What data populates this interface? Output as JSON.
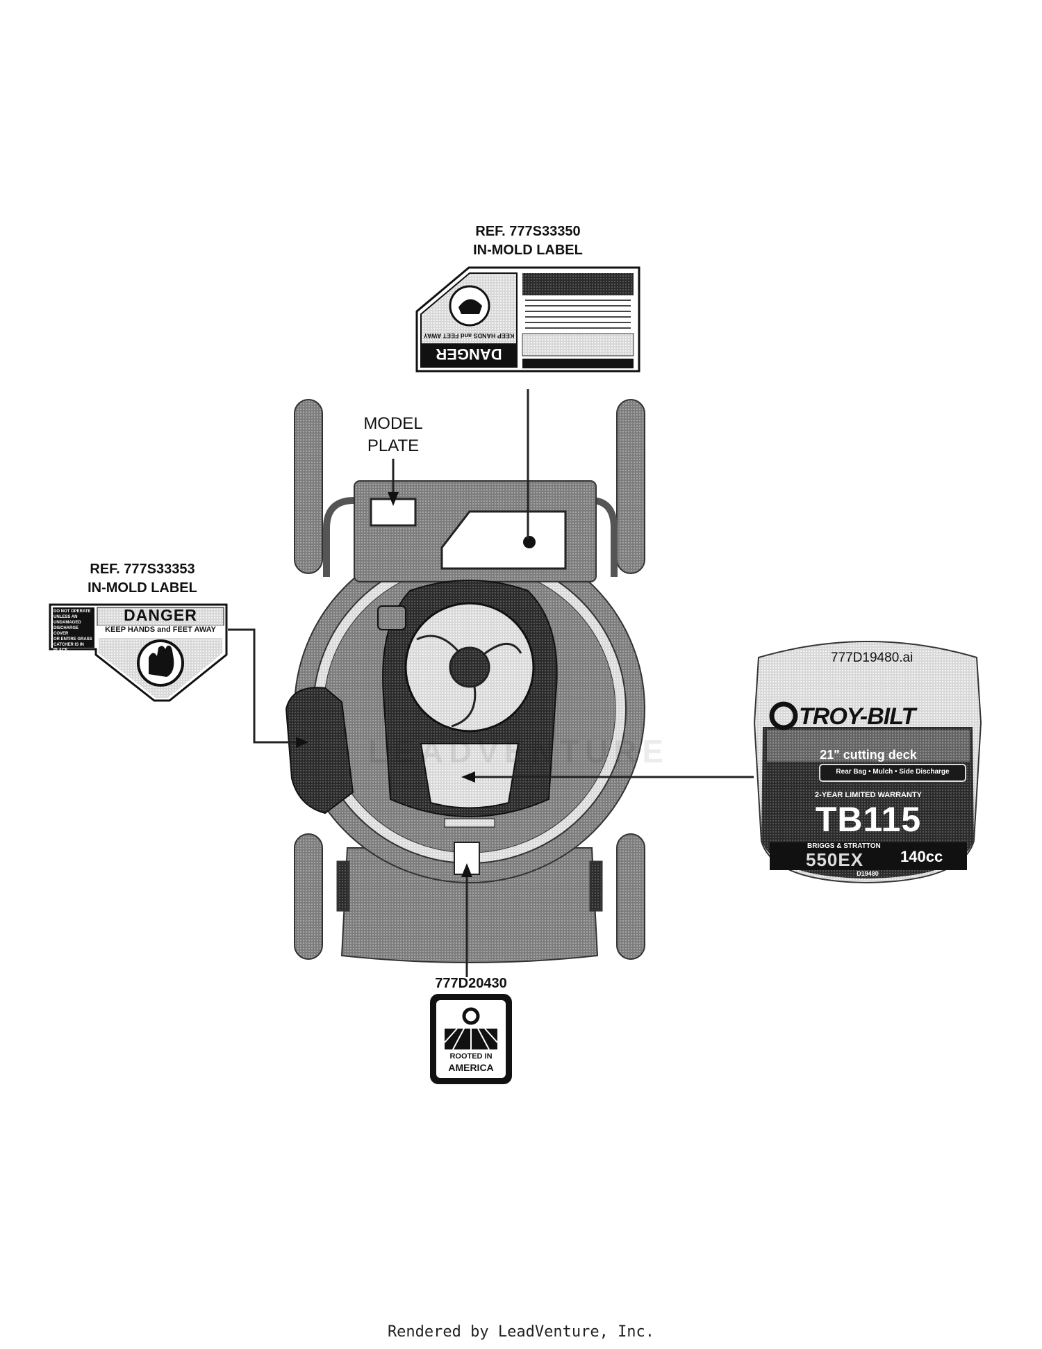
{
  "callouts": {
    "top_ref": "REF. 777S33350",
    "top_sub": "IN-MOLD LABEL",
    "left_ref": "REF. 777S33353",
    "left_sub": "IN-MOLD LABEL",
    "model_line1": "MODEL",
    "model_line2": "PLATE",
    "decal_file": "777D19480.ai",
    "badge_ref": "777D20430"
  },
  "danger_label": {
    "header": "DANGER",
    "subheader": "KEEP HANDS and FEET AWAY",
    "side_text": [
      "DO NOT OPERATE",
      "UNLESS AN",
      "UNDAMAGED",
      "DISCHARGE COVER",
      "OR ENTIRE GRASS",
      "CATCHER IS IN",
      "PLACE."
    ]
  },
  "decal": {
    "brand": "TROY-BILT",
    "deck": "21\" cutting deck",
    "modes": "Rear Bag • Mulch • Side Discharge",
    "warranty": "2-YEAR LIMITED WARRANTY",
    "model": "TB115",
    "engine_brand": "BRIGGS & STRATTON",
    "engine_series": "550EX",
    "displacement": "140cc",
    "code": "D19480"
  },
  "badge": {
    "line1": "ROOTED IN",
    "line2": "AMERICA"
  },
  "watermark": "LEADVENTURE",
  "footer": "Rendered by LeadVenture, Inc.",
  "colors": {
    "mower_gray": "#8a8a8a",
    "dark": "#1c1c1c",
    "decal_dark": "#2a2a2a"
  }
}
